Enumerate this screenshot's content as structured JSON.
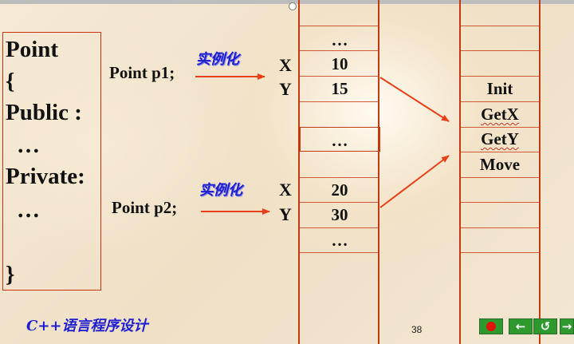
{
  "class_def": {
    "name": "Point",
    "open_brace": "{",
    "public_label": "Public :",
    "public_body": "…",
    "private_label": "Private:",
    "private_body": "…",
    "close_brace": "}"
  },
  "decl1": "Point  p1;",
  "decl2": "Point  p2;",
  "instantiate_label": "实例化",
  "member_labels": {
    "x": "X",
    "y": "Y"
  },
  "memory": {
    "top_ellipsis": "…",
    "p1_x": "10",
    "p1_y": "15",
    "mid_ellipsis": "…",
    "p2_x": "20",
    "p2_y": "30",
    "bottom_ellipsis": "…"
  },
  "functions": [
    "Init",
    "GetX",
    "GetY",
    "Move"
  ],
  "footer": {
    "title": "C++语言程序设计",
    "page": "38"
  },
  "colors": {
    "accent_line": "#c33a10",
    "arrow": "#e8401a",
    "footer_text": "#1f1fd0"
  },
  "nav_icons": [
    "record-icon",
    "back-icon",
    "return-icon",
    "forward-icon"
  ]
}
